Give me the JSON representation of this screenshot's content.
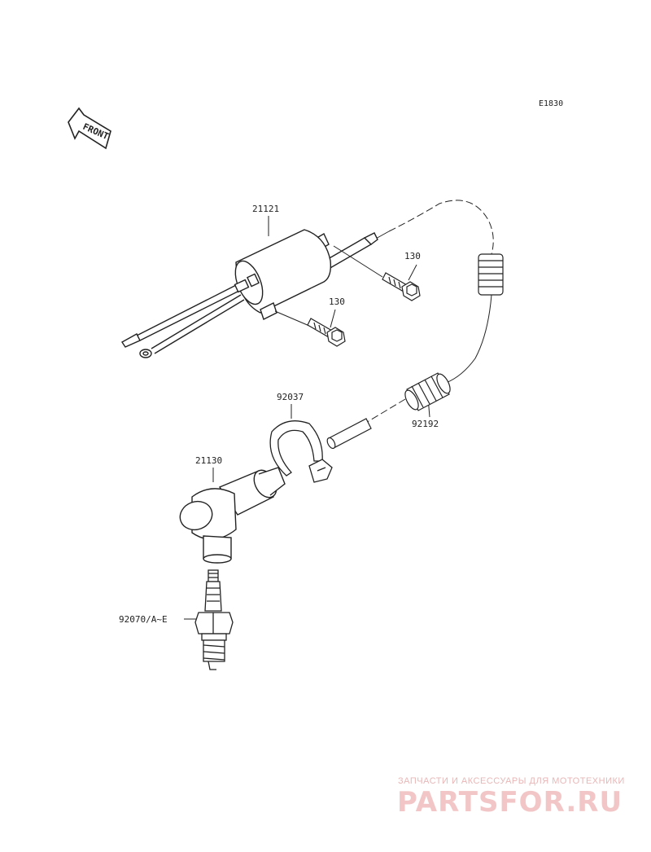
{
  "diagram_code": "E1830",
  "orientation_label": "FRONT",
  "parts": [
    {
      "number": "21121",
      "name": "ignition coil"
    },
    {
      "number": "130",
      "name": "bolt upper"
    },
    {
      "number": "130",
      "name": "bolt lower"
    },
    {
      "number": "92037",
      "name": "clamp"
    },
    {
      "number": "92192",
      "name": "spring"
    },
    {
      "number": "21130",
      "name": "spark plug cap"
    },
    {
      "number": "92070/A~E",
      "name": "spark plug"
    }
  ],
  "watermark": {
    "line1": "ЗАПЧАСТИ И АКСЕССУАРЫ ДЛЯ МОТОТЕХНИКИ",
    "line2": "PARTSFOR.RU"
  }
}
